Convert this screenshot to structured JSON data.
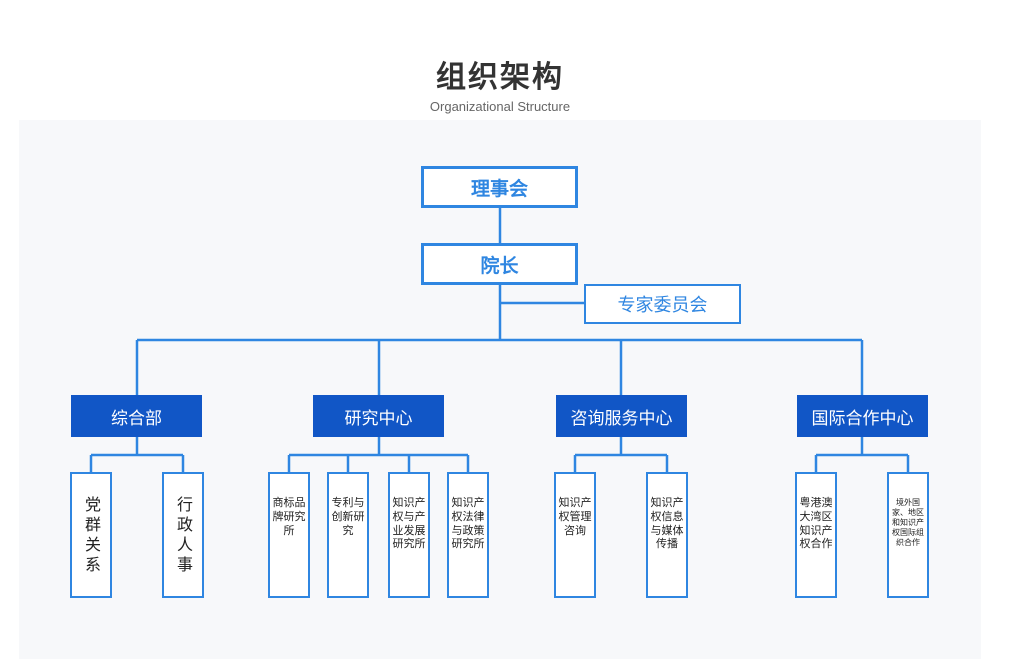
{
  "header": {
    "title": "组织架构",
    "subtitle": "Organizational Structure"
  },
  "colors": {
    "primary": "#2f86e1",
    "dept_fill": "#1156c6",
    "panel_bg": "#f7f8fa"
  },
  "chart": {
    "board": "理事会",
    "president": "院长",
    "expert_committee": "专家委员会",
    "departments": [
      {
        "name": "综合部",
        "units": [
          "党群关系",
          "行政人事"
        ]
      },
      {
        "name": "研究中心",
        "units": [
          "商标品牌研究所",
          "专利与创新研究",
          "知识产权与产业发展研究所",
          "知识产权法律与政策研究所"
        ]
      },
      {
        "name": "咨询服务中心",
        "units": [
          "知识产权管理咨询",
          "知识产权信息与媒体传播"
        ]
      },
      {
        "name": "国际合作中心",
        "units": [
          "粤港澳大湾区知识产权合作",
          "境外国家、地区和知识产权国际组织合作"
        ]
      }
    ]
  }
}
